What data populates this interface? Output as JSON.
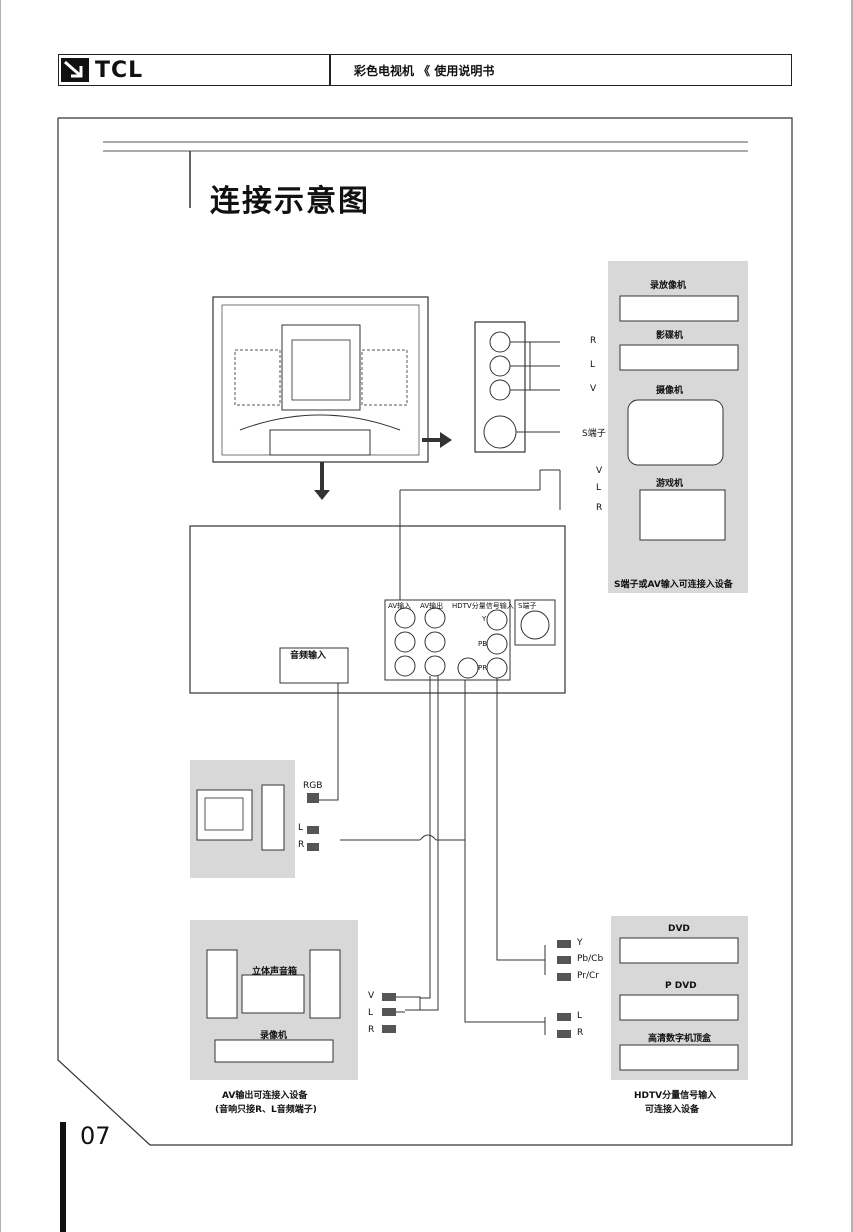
{
  "header": {
    "brand": "TCL",
    "subtitle": "彩色电视机 《 使用说明书"
  },
  "section_title": "连接示意图",
  "page_number": "07",
  "devices_top_right": {
    "items": [
      "录放像机",
      "影碟机",
      "摄像机",
      "游戏机"
    ],
    "caption": "S端子或AV输入可连接入设备"
  },
  "connector_labels_top": {
    "group1": [
      "R",
      "L",
      "V"
    ],
    "s_terminal": "S端子",
    "group2": [
      "V",
      "L",
      "R"
    ]
  },
  "back_panel": {
    "audio_in_label": "音频输入",
    "panel_labels": [
      "AV输入",
      "AV输出",
      "HDTV分量信号输入",
      "S端子"
    ],
    "component_labels": [
      "Y",
      "PB",
      "PR"
    ]
  },
  "computer": {
    "rgb_label": "RGB",
    "audio_labels": [
      "L",
      "R"
    ]
  },
  "av_output": {
    "items": [
      "立体声音箱",
      "录像机"
    ],
    "labels": [
      "V",
      "L",
      "R"
    ],
    "caption_line1": "AV输出可连接入设备",
    "caption_line2": "(音响只接R、L音频端子)"
  },
  "hdtv": {
    "items": [
      "DVD",
      "P DVD",
      "高清数字机顶盒"
    ],
    "component_labels": [
      "Y",
      "Pb/Cb",
      "Pr/Cr"
    ],
    "audio_labels": [
      "L",
      "R"
    ],
    "caption_line1": "HDTV分量信号输入",
    "caption_line2": "可连接入设备"
  }
}
